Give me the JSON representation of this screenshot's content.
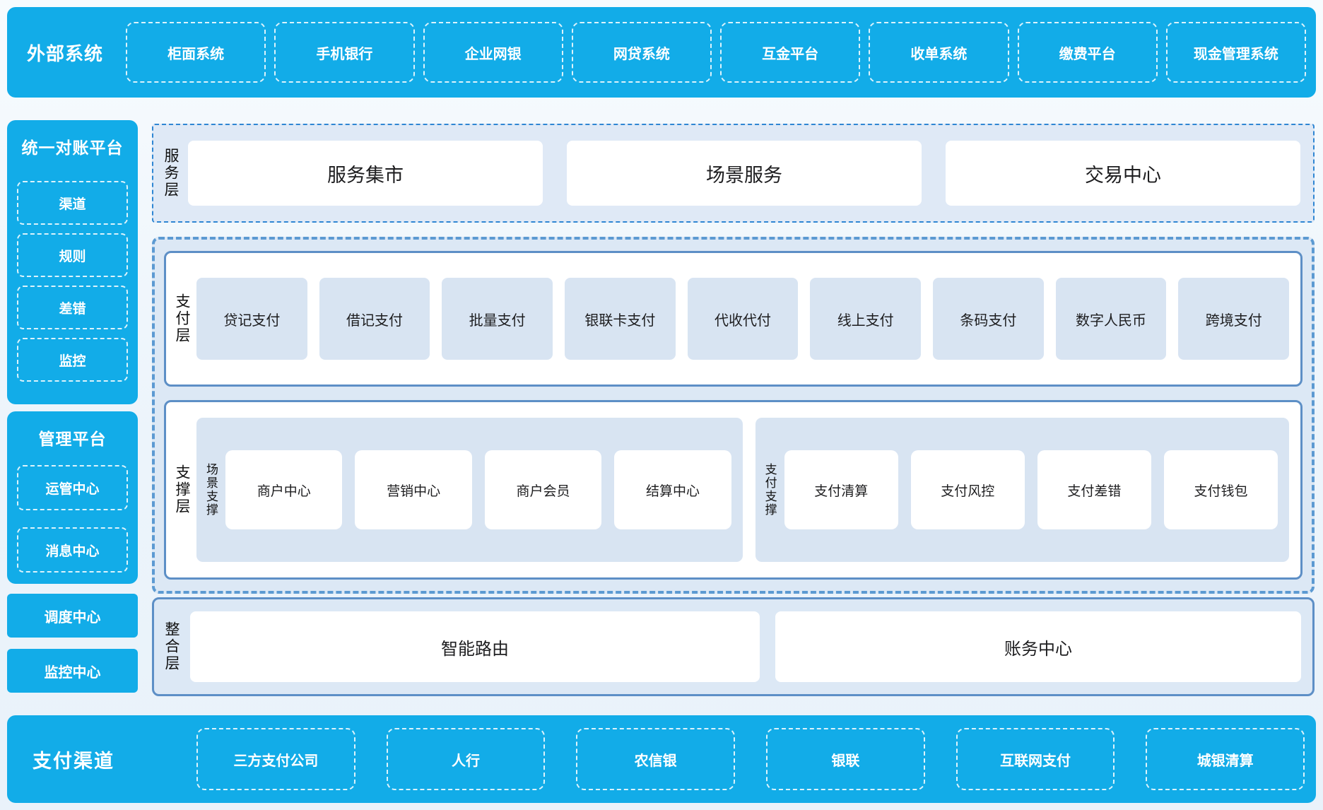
{
  "external_systems": {
    "label": "外部系统",
    "items": [
      "柜面系统",
      "手机银行",
      "企业网银",
      "网贷系统",
      "互金平台",
      "收单系统",
      "缴费平台",
      "现金管理系统"
    ]
  },
  "reconciliation_platform": {
    "title": "统一对账平台",
    "items": [
      "渠道",
      "规则",
      "差错",
      "监控"
    ]
  },
  "management_platform": {
    "title": "管理平台",
    "items": [
      "运管中心",
      "消息中心"
    ]
  },
  "dispatch_center": "调度中心",
  "monitor_center": "监控中心",
  "service_layer": {
    "label": "服务层",
    "items": [
      "服务集市",
      "场景服务",
      "交易中心"
    ]
  },
  "payment_layer": {
    "label": "支付层",
    "items": [
      "贷记支付",
      "借记支付",
      "批量支付",
      "银联卡支付",
      "代收代付",
      "线上支付",
      "条码支付",
      "数字人民币",
      "跨境支付"
    ]
  },
  "support_layer": {
    "label": "支撑层",
    "groups": [
      {
        "label": "场景支撑",
        "items": [
          "商户中心",
          "营销中心",
          "商户会员",
          "结算中心"
        ]
      },
      {
        "label": "支付支撑",
        "items": [
          "支付清算",
          "支付风控",
          "支付差错",
          "支付钱包"
        ]
      }
    ]
  },
  "integration_layer": {
    "label": "整合层",
    "items": [
      "智能路由",
      "账务中心"
    ]
  },
  "payment_channels": {
    "label": "支付渠道",
    "items": [
      "三方支付公司",
      "人行",
      "农信银",
      "银联",
      "互联网支付",
      "城银清算"
    ]
  },
  "colors": {
    "accent_blue": "#12ace8",
    "panel_blue": "#dfe9f6",
    "cell_blue": "#d8e4f2",
    "solid_border": "#5d8fc6",
    "dashed_border": "#5c9ad2",
    "dashdot_border": "#2f86d3"
  }
}
